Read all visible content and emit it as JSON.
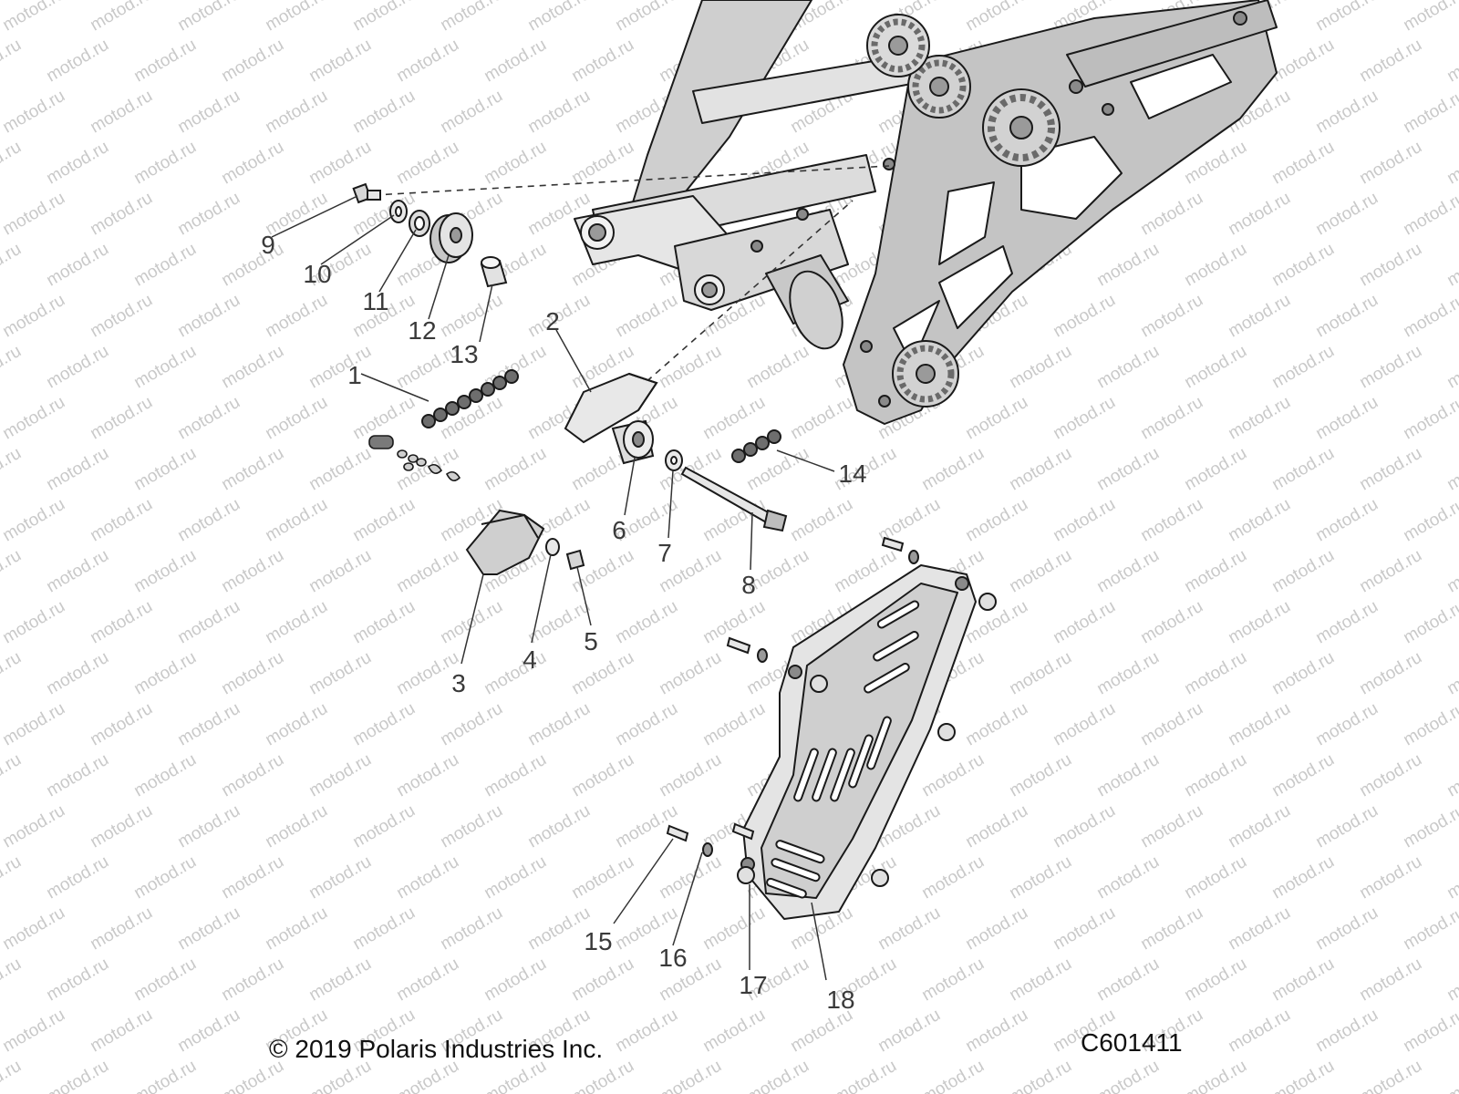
{
  "watermark_text": "motod.ru",
  "copyright": "© 2019 Polaris Industries Inc.",
  "diagram_id": "C601411",
  "callouts": [
    "1",
    "2",
    "3",
    "4",
    "5",
    "6",
    "7",
    "8",
    "9",
    "10",
    "11",
    "12",
    "13",
    "14",
    "15",
    "16",
    "17",
    "18"
  ],
  "colors": {
    "part_fill": "#d6d6d6",
    "part_dark": "#8a8a8a",
    "line": "#1a1a1a",
    "watermark": "#c9c9c9"
  }
}
